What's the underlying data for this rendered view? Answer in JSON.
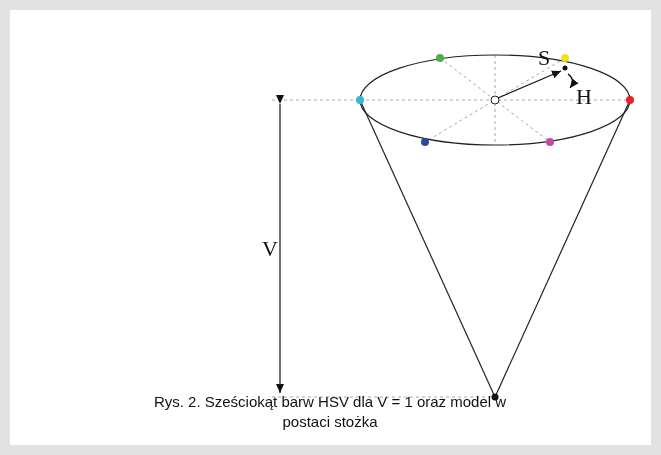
{
  "diagram": {
    "caption": "Rys. 2. Sześciokąt barw HSV dla V = 1 oraz model w postaci stożka",
    "labels": [
      "V",
      "S",
      "H"
    ]
  }
}
